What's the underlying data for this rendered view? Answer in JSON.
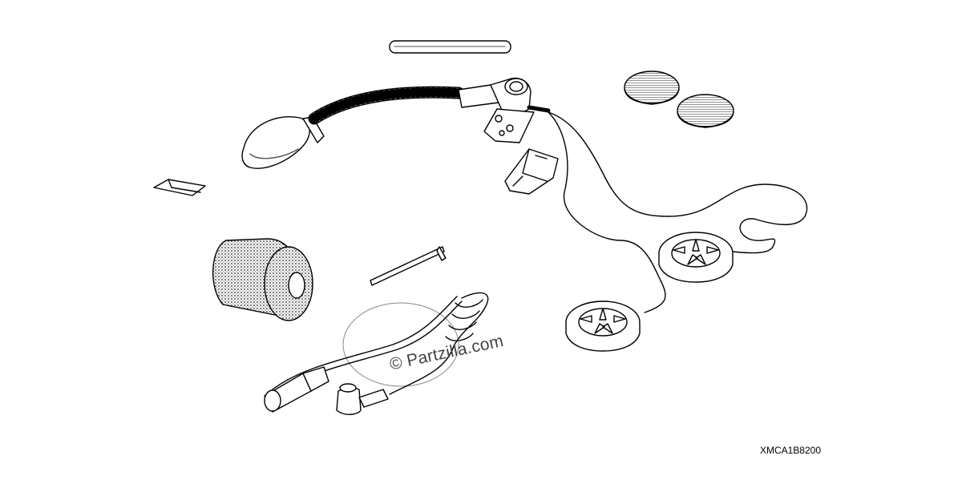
{
  "watermark": "© Partzilla.com",
  "diagram_code": "XMCA1B8200",
  "parts": [
    "mounting-strip",
    "microphone-boom",
    "speaker-pad-left",
    "speaker-pad-right",
    "velcro-tab",
    "mounting-clip",
    "foam-windscreen",
    "hex-key",
    "coiled-cord-connector",
    "speaker-left",
    "speaker-right"
  ]
}
